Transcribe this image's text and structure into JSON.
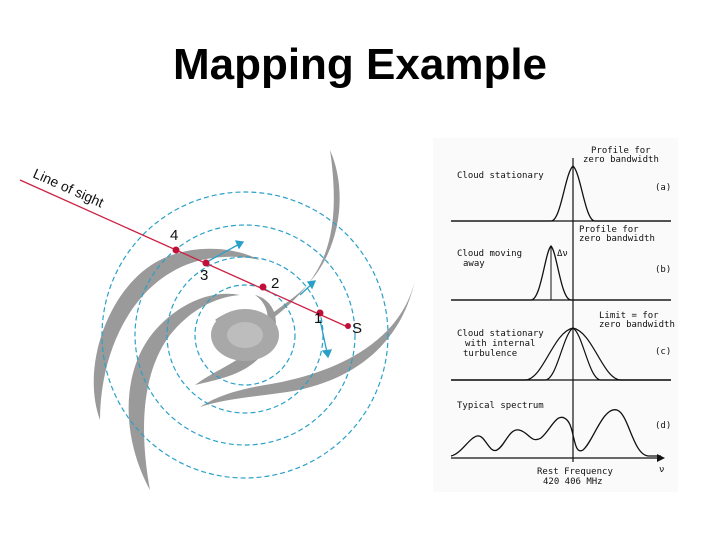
{
  "slide": {
    "title": "Mapping Example"
  },
  "galaxy": {
    "line_of_sight_label": "Line of sight",
    "points": [
      "4",
      "3",
      "2",
      "1"
    ],
    "sun_label": "S",
    "colors": {
      "arm": "#9a9a9a",
      "circle": "#2aa0c8",
      "line": "#cc2244",
      "dot": "#c0103a"
    }
  },
  "spectra": {
    "panels": [
      {
        "label_lines": [
          "Cloud stationary"
        ],
        "annotation_lines": [
          "Profile for",
          "zero bandwidth"
        ],
        "tag": "(a)"
      },
      {
        "label_lines": [
          "Cloud moving",
          "away"
        ],
        "annotation_lines": [
          "Profile for",
          "zero bandwidth"
        ],
        "delta_label": "Δν",
        "tag": "(b)"
      },
      {
        "label_lines": [
          "Cloud stationary",
          "with internal",
          "turbulence"
        ],
        "annotation_lines": [
          "Limit = for",
          "zero bandwidth"
        ],
        "tag": "(c)"
      },
      {
        "label_lines": [
          "Typical spectrum"
        ],
        "tag": "(d)"
      }
    ],
    "axis_label": "ν",
    "rest_frequency_lines": [
      "Rest Frequency",
      "420 406 MHz"
    ]
  }
}
